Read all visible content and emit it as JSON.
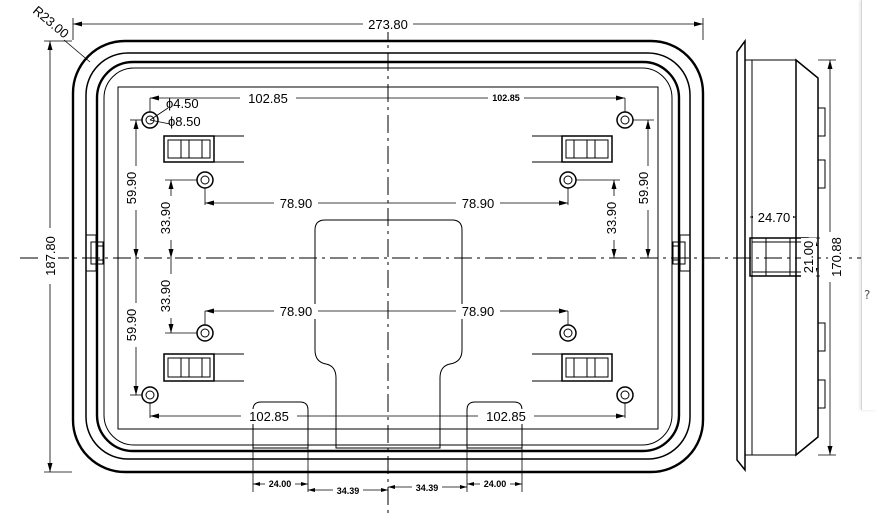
{
  "dimensions": {
    "corner_radius": "R23.00",
    "overall_width": "273.80",
    "overall_height": "187.80",
    "hole_small_dia": "ϕ4.50",
    "hole_large_dia": "ϕ8.50",
    "top_left_span": "102.85",
    "top_right_span": "102.85",
    "bottom_left_span": "102.85",
    "bottom_right_span": "102.85",
    "inner_upper_left": "78.90",
    "inner_upper_right": "78.90",
    "inner_lower_left": "78.90",
    "inner_lower_right": "78.90",
    "left_upper_vertical": "59.90",
    "left_lower_vertical": "59.90",
    "left_inner_upper": "33.90",
    "left_inner_lower": "33.90",
    "right_upper_vertical": "59.90",
    "right_inner_upper": "33.90",
    "bottom_slot_left": "24.00",
    "bottom_gap_left": "34.39",
    "bottom_gap_right": "34.39",
    "bottom_slot_right": "24.00",
    "side_depth": "24.70",
    "side_slot_height": "21.00",
    "side_height": "170.88"
  },
  "side_panel": {
    "icon": "help-circle-icon",
    "glyph": "?"
  }
}
